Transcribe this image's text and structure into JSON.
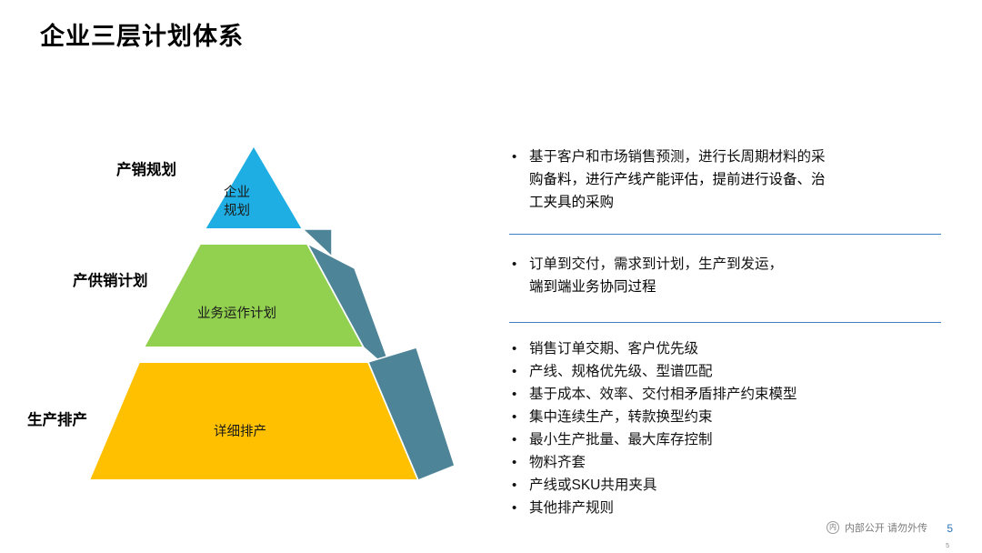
{
  "slide": {
    "title": "企业三层计划体系",
    "page_number": "5",
    "page_number_small": "5"
  },
  "pyramid": {
    "levels": [
      {
        "side_label": "产销规划",
        "band_line1": "企业",
        "band_line2": "规划",
        "color": "#1FAEE3",
        "side_color": "#4E8497"
      },
      {
        "side_label": "产供销计划",
        "band_text": "业务运作计划",
        "color": "#92D050",
        "side_color": "#4E8497"
      },
      {
        "side_label": "生产排产",
        "band_text": "详细排产",
        "color": "#FFC000",
        "side_color": "#4E8497"
      }
    ]
  },
  "details": {
    "block1": [
      "基于客户和市场销售预测，进行长周期材料的采",
      "购备料，进行产线产能评估，提前进行设备、治",
      "工夹具的采购"
    ],
    "block2": [
      "订单到交付，需求到计划，生产到发运，",
      "端到端业务协同过程"
    ],
    "block3": [
      "销售订单交期、客户优先级",
      "产线、规格优先级、型谱匹配",
      "基于成本、效率、交付相矛盾排产约束模型",
      "集中连续生产，转款换型约束",
      "最小生产批量、最大库存控制",
      "物料齐套",
      "产线或SKU共用夹具",
      "其他排产规则"
    ]
  },
  "footer": {
    "mark": "内",
    "text": "内部公开 请勿外传"
  },
  "colors": {
    "divider": "#3f7fc1",
    "accent": "#2e75b6"
  }
}
